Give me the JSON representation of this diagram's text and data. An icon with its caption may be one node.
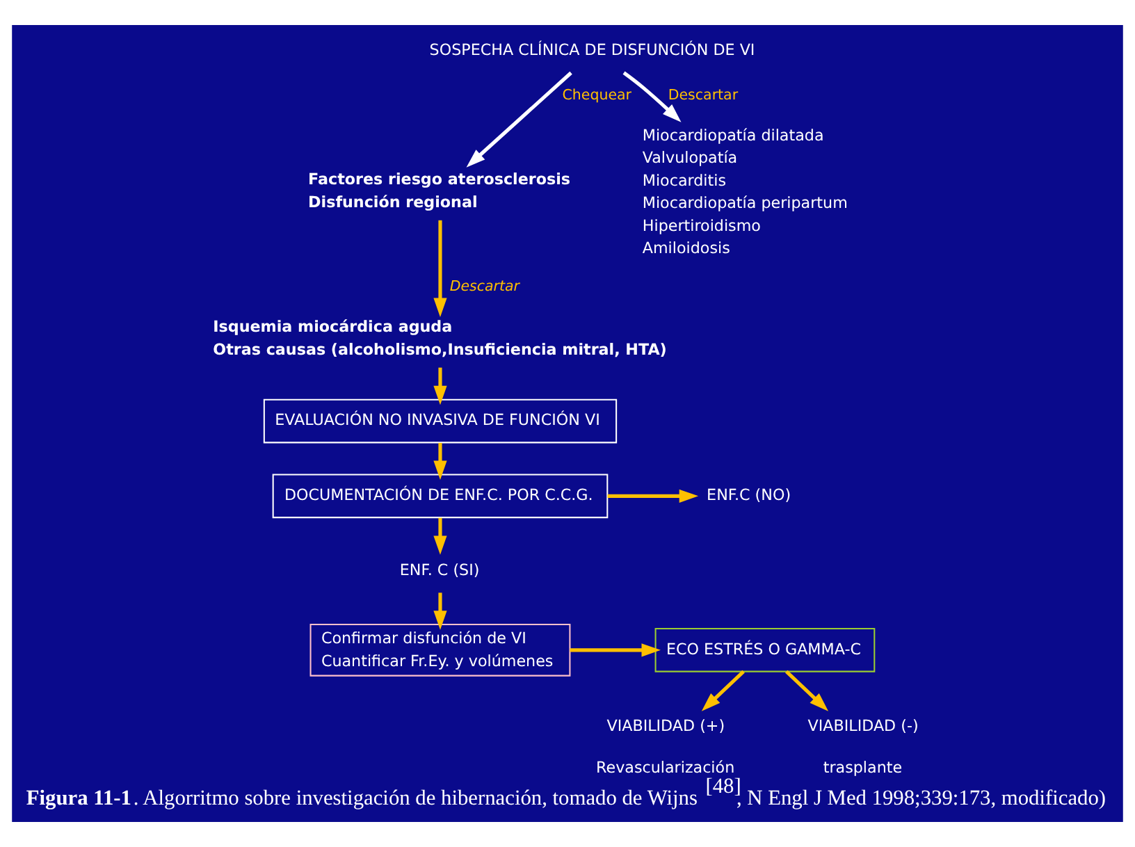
{
  "diagram": {
    "caption": "**Figura 11-1**. Algorritmo sobre investigación de hibernación, tomado de Wijns$^{[48]}$, N Engl J Med 1998;339:173, modificado)",
    "nodes": [
      {
        "text": [
          "SOSPECHA CLÍNICA DE DISFUNCIÓN DE VI"
        ]
      },
      {
        "text": [
          "Factores riesgo aterosclerosis",
          "Disfunción regional"
        ]
      },
      {
        "text": [
          "Miocardiopatía dilatada",
          "Valvulopatía",
          "Miocarditis",
          "Miocardiopatía peripartum",
          "Hipertiroidismo",
          "Amiloidosis"
        ]
      },
      {
        "text": [
          "Isquemia miocárdica aguda",
          "Otras causas (alcoholismo,Insuficiencia mitral, HTA)"
        ]
      },
      {
        "text": [
          "EVALUACIÓN NO INVASIVA DE FUNCIÓN VI"
        ]
      },
      {
        "text": [
          "DOCUMENTACIÓN DE ENF.C. POR C.C.G."
        ]
      },
      {
        "text": [
          "ENF.C (NO)"
        ]
      },
      {
        "text": [
          "ENF. C (SI)"
        ]
      },
      {
        "text": [
          "Confirmar disfunción de VI",
          "Cuantificar Fr.Ey. y volúmenes"
        ]
      },
      {
        "text": [
          "ECO ESTRÉS O GAMMA-C"
        ]
      },
      {
        "text": [
          "VIABILIDAD (+)"
        ],
        "beside": [
          "Revascularización"
        ]
      },
      {
        "text": [
          "VIABILIDAD (-)"
        ],
        "beside": [
          "trasplante"
        ]
      }
    ],
    "edges": [
      {
        "from": 0,
        "to": 1,
        "arrow": "to",
        "label": "Chequear",
        "color": "#ffffff"
      },
      {
        "from": 0,
        "to": 2,
        "arrow": "to",
        "label": "Descartar",
        "color": "#ffffff"
      },
      {
        "from": 1,
        "to": 3,
        "arrow": "to",
        "label": "*Descartar*"
      },
      {
        "from": 3,
        "to": 4,
        "arrow": "to"
      },
      {
        "from": 4,
        "to": 5,
        "arrow": "to"
      },
      {
        "from": 5,
        "to": 6,
        "arrow": "to"
      },
      {
        "from": 5,
        "to": 7,
        "arrow": "to"
      },
      {
        "from": 7,
        "to": 8,
        "arrow": "to"
      },
      {
        "from": 8,
        "to": 9,
        "arrow": "to"
      },
      {
        "from": 9,
        "to": 10,
        "arrow": "to"
      },
      {
        "from": 9,
        "to": 11,
        "arrow": "to"
      }
    ]
  }
}
